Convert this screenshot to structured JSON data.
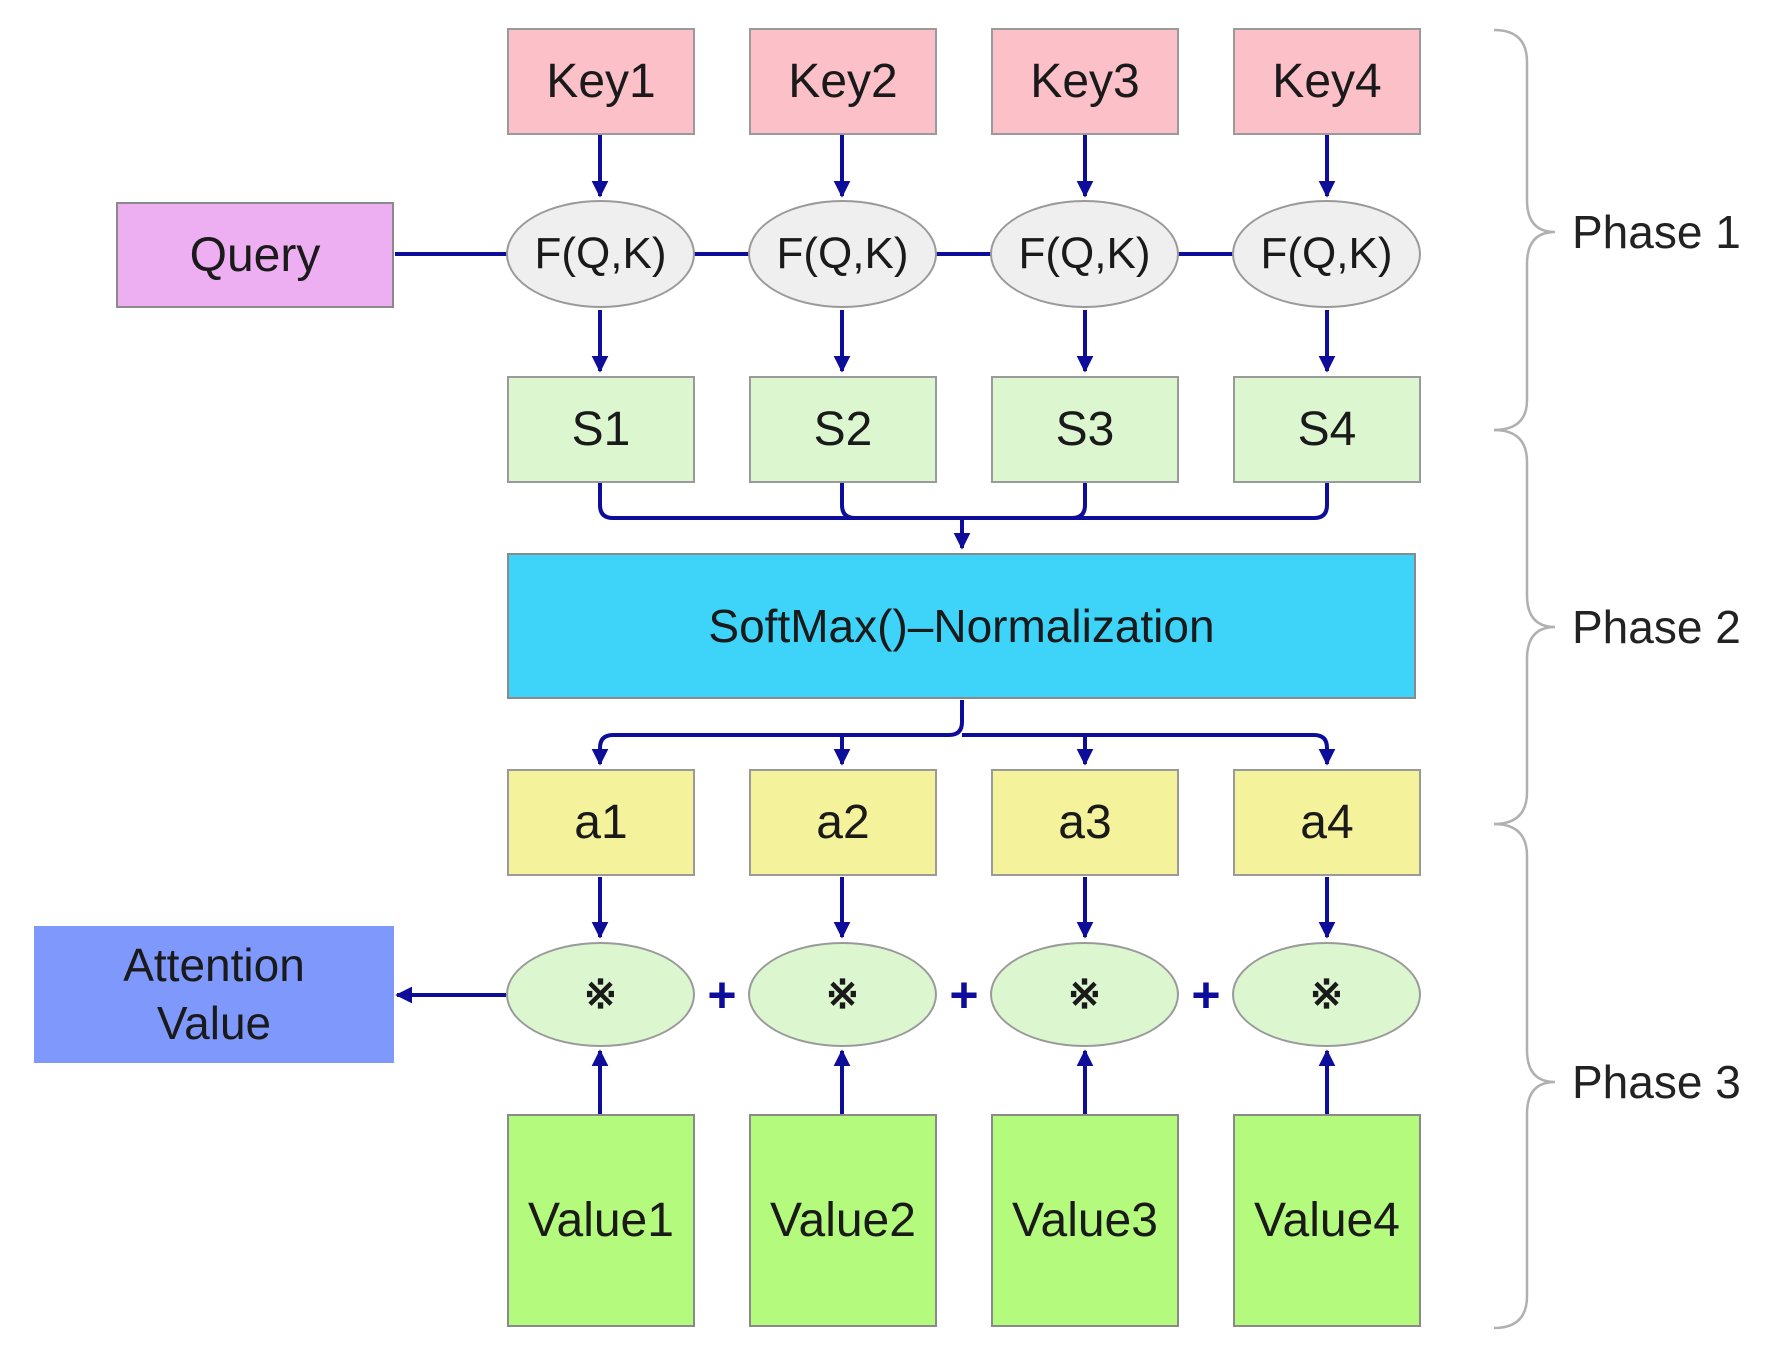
{
  "keys": [
    "Key1",
    "Key2",
    "Key3",
    "Key4"
  ],
  "query": "Query",
  "similarity_function": "F(Q,K)",
  "scores": [
    "S1",
    "S2",
    "S3",
    "S4"
  ],
  "normalization": "SoftMax()–Normalization",
  "weights": [
    "a1",
    "a2",
    "a3",
    "a4"
  ],
  "multiply_symbol": "※",
  "plus_symbol": "+",
  "values": [
    "Value1",
    "Value2",
    "Value3",
    "Value4"
  ],
  "output": {
    "line1": "Attention",
    "line2": "Value"
  },
  "phases": [
    "Phase 1",
    "Phase 2",
    "Phase 3"
  ],
  "colors": {
    "arrow": "#0d0d9a",
    "key": "#fbc0c8",
    "query": "#eeaef2",
    "score": "#dcf7d0",
    "softmax": "#3ed3f8",
    "weight": "#f4f29a",
    "value": "#b4fa7c",
    "output": "#7e98fc",
    "brace": "#b0b0b0"
  }
}
